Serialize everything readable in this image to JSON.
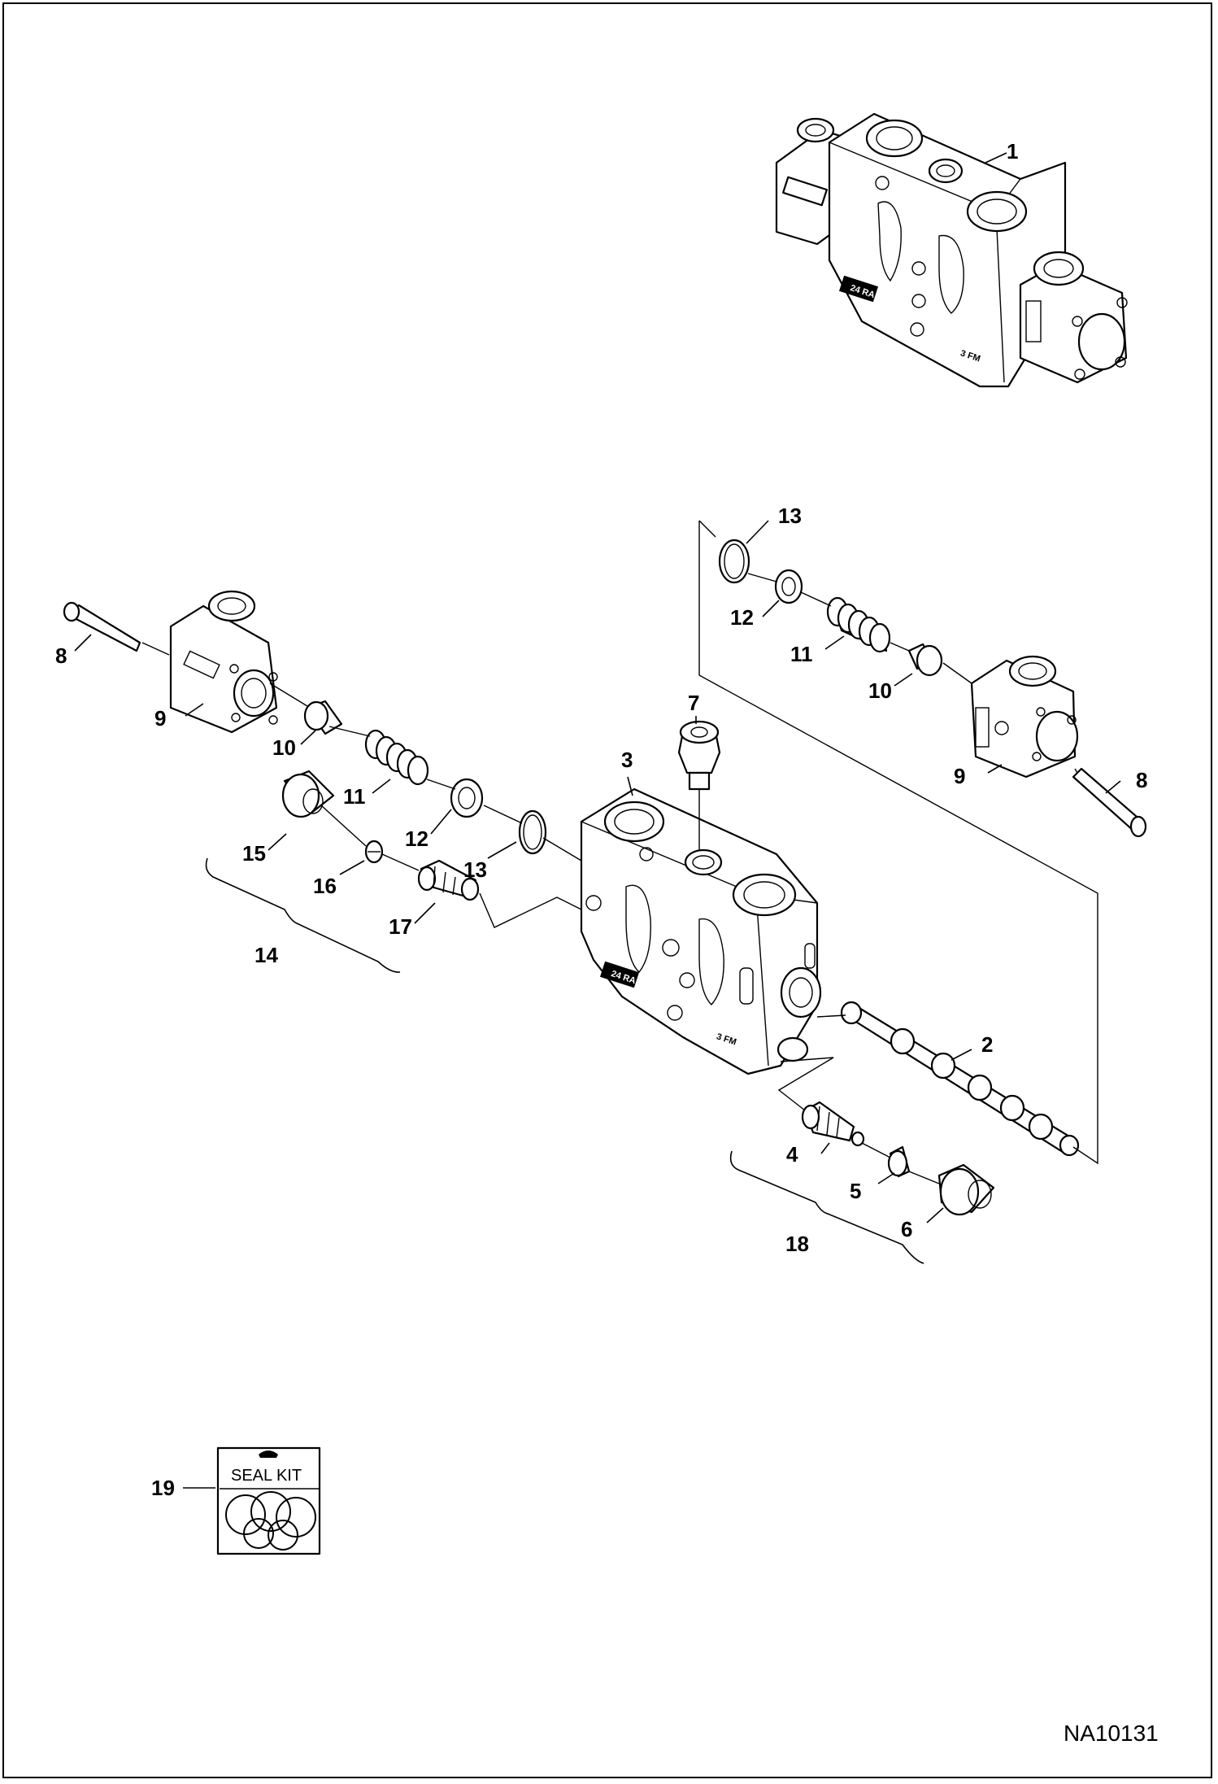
{
  "diagram": {
    "reference_number": "NA10131",
    "seal_kit_label": "SEAL KIT",
    "body_tag_top": "24 RA",
    "body_tag_bottom": "3 FM",
    "callouts": {
      "c1": "1",
      "c2": "2",
      "c3": "3",
      "c4": "4",
      "c5": "5",
      "c6": "6",
      "c7": "7",
      "c8a": "8",
      "c8b": "8",
      "c9a": "9",
      "c9b": "9",
      "c10a": "10",
      "c10b": "10",
      "c11a": "11",
      "c11b": "11",
      "c12a": "12",
      "c12b": "12",
      "c13a": "13",
      "c13b": "13",
      "c14": "14",
      "c15": "15",
      "c16": "16",
      "c17": "17",
      "c18": "18",
      "c19": "19"
    }
  }
}
